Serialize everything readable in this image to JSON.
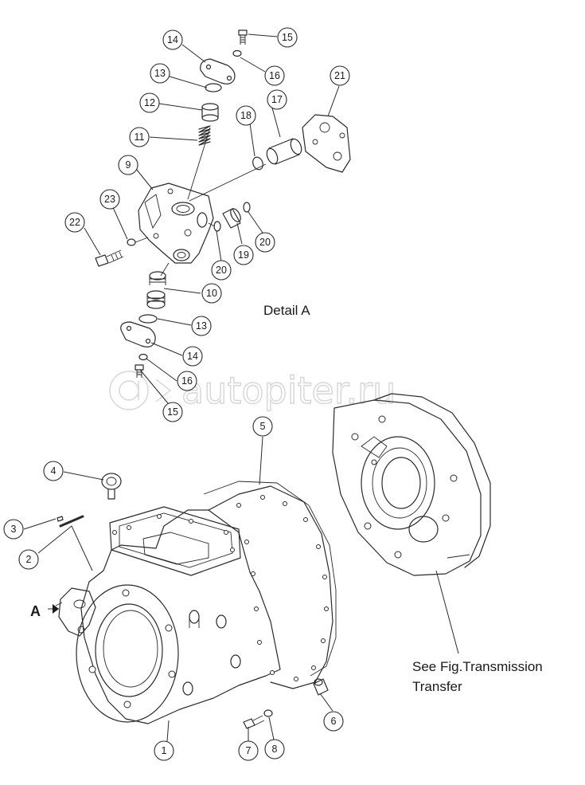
{
  "captions": {
    "detail_label": "Detail A",
    "see_fig_line1": "See Fig.Transmission",
    "see_fig_line2": "Transfer",
    "view_marker": "A"
  },
  "watermark": {
    "text": "autopiter.ru"
  },
  "callouts": [
    {
      "id": "c1",
      "num": "1"
    },
    {
      "id": "c2",
      "num": "2"
    },
    {
      "id": "c3",
      "num": "3"
    },
    {
      "id": "c4",
      "num": "4"
    },
    {
      "id": "c5",
      "num": "5"
    },
    {
      "id": "c6",
      "num": "6"
    },
    {
      "id": "c7",
      "num": "7"
    },
    {
      "id": "c8",
      "num": "8"
    },
    {
      "id": "c9",
      "num": "9"
    },
    {
      "id": "c10a",
      "num": "10"
    },
    {
      "id": "c11",
      "num": "11"
    },
    {
      "id": "c12",
      "num": "12"
    },
    {
      "id": "c13a",
      "num": "13"
    },
    {
      "id": "c13b",
      "num": "13"
    },
    {
      "id": "c14a",
      "num": "14"
    },
    {
      "id": "c14b",
      "num": "14"
    },
    {
      "id": "c15a",
      "num": "15"
    },
    {
      "id": "c15b",
      "num": "15"
    },
    {
      "id": "c16a",
      "num": "16"
    },
    {
      "id": "c16b",
      "num": "16"
    },
    {
      "id": "c17",
      "num": "17"
    },
    {
      "id": "c18",
      "num": "18"
    },
    {
      "id": "c19",
      "num": "19"
    },
    {
      "id": "c20a",
      "num": "20"
    },
    {
      "id": "c20b",
      "num": "20"
    },
    {
      "id": "c21",
      "num": "21"
    },
    {
      "id": "c22",
      "num": "22"
    },
    {
      "id": "c23",
      "num": "23"
    }
  ],
  "colors": {
    "line": "#2a2a2a",
    "watermark": "#d6d6d6",
    "background": "#ffffff"
  }
}
